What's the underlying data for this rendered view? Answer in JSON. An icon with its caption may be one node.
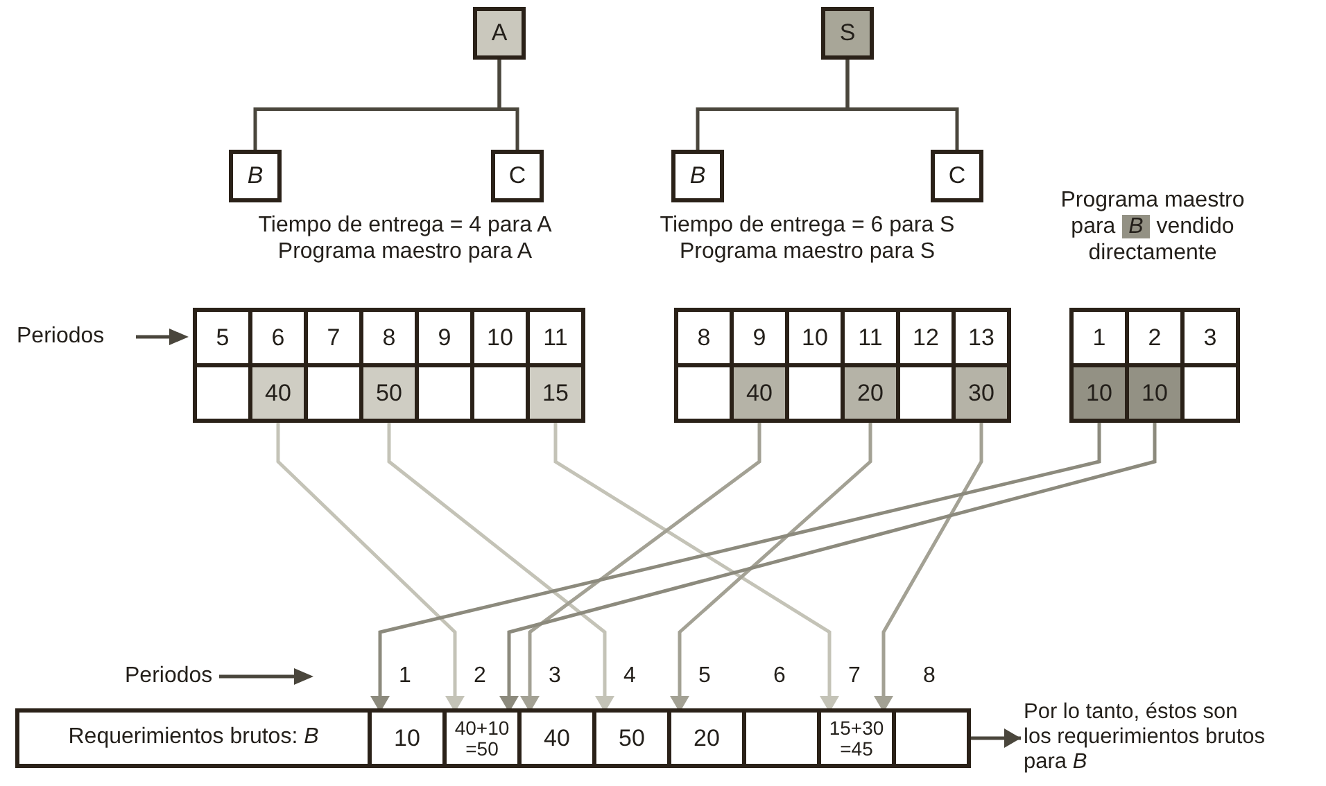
{
  "diagram": {
    "nodes": [
      {
        "text": [
          "A"
        ]
      },
      {
        "text": [
          "S"
        ]
      },
      {
        "text": [
          "B"
        ]
      },
      {
        "text": [
          "C"
        ]
      },
      {
        "text": [
          "B"
        ]
      },
      {
        "text": [
          "C"
        ]
      },
      {
        "text": [
          "5"
        ]
      },
      {
        "text": [
          "6"
        ]
      },
      {
        "text": [
          "7"
        ]
      },
      {
        "text": [
          "8"
        ]
      },
      {
        "text": [
          "9"
        ]
      },
      {
        "text": [
          "10"
        ]
      },
      {
        "text": [
          "11"
        ]
      },
      {
        "text": [
          "8"
        ]
      },
      {
        "text": [
          "9"
        ]
      },
      {
        "text": [
          "10"
        ]
      },
      {
        "text": [
          "11"
        ]
      },
      {
        "text": [
          "12"
        ]
      },
      {
        "text": [
          "13"
        ]
      },
      {
        "text": [
          "1"
        ]
      },
      {
        "text": [
          "2"
        ]
      },
      {
        "text": [
          "3"
        ]
      },
      {
        "text": [],
        "shape": "box"
      },
      {
        "text": [
          "40"
        ]
      },
      {
        "text": [],
        "shape": "box"
      },
      {
        "text": [
          "50"
        ]
      },
      {
        "text": [],
        "shape": "box"
      },
      {
        "text": [],
        "shape": "box"
      },
      {
        "text": [
          "15"
        ]
      },
      {
        "text": [],
        "shape": "box"
      },
      {
        "text": [
          "40"
        ]
      },
      {
        "text": [],
        "shape": "box"
      },
      {
        "text": [
          "20"
        ]
      },
      {
        "text": [],
        "shape": "box"
      },
      {
        "text": [
          "30"
        ]
      },
      {
        "text": [
          "10"
        ]
      },
      {
        "text": [
          "10"
        ]
      },
      {
        "text": [],
        "shape": "box"
      },
      {
        "text": [],
        "shape": "box"
      },
      {
        "text": [
          "Requerimientos brutos: *B*"
        ],
        "in": 38
      },
      {
        "text": [
          "10"
        ],
        "in": 38
      },
      {
        "text": [
          "40+10 =50"
        ],
        "in": 38
      },
      {
        "text": [
          "40"
        ],
        "in": 38
      },
      {
        "text": [
          "50"
        ],
        "in": 38
      },
      {
        "text": [
          "20"
        ],
        "in": 38
      },
      {
        "text": [],
        "shape": "box",
        "in": 38
      },
      {
        "text": [
          "15+30 =45"
        ],
        "in": 38
      },
      {
        "text": [],
        "shape": "box",
        "in": 38
      },
      {
        "text": [
          "Por lo tanto, éstos son los requerimientos brutos para *B*"
        ]
      }
    ],
    "edges": [
      {
        "from": 0,
        "to": 2,
        "arrow": "none"
      },
      {
        "from": 0,
        "to": 3,
        "arrow": "none"
      },
      {
        "from": 1,
        "to": 4,
        "arrow": "none"
      },
      {
        "from": 1,
        "to": 5,
        "arrow": "none"
      },
      {
        "from": 23,
        "to": 41,
        "arrow": "to",
        "color": "#c4c3b7"
      },
      {
        "from": 25,
        "to": 43,
        "arrow": "to",
        "color": "#c4c3b7"
      },
      {
        "from": 28,
        "to": 46,
        "arrow": "to",
        "color": "#c4c3b7"
      },
      {
        "from": 30,
        "to": 42,
        "arrow": "to",
        "color": "#a3a194"
      },
      {
        "from": 32,
        "to": 44,
        "arrow": "to",
        "color": "#a3a194"
      },
      {
        "from": 34,
        "to": 46,
        "arrow": "to",
        "color": "#a3a194"
      },
      {
        "from": 35,
        "to": 40,
        "arrow": "to",
        "color": "#8c8a7d"
      },
      {
        "from": 36,
        "to": 41,
        "arrow": "to",
        "color": "#8c8a7d"
      },
      {
        "from": 38,
        "to": 48,
        "arrow": "to"
      }
    ],
    "labels": [
      "Tiempo de entrega = 4 para A",
      "Programa maestro para A",
      "Tiempo de entrega = 6 para S",
      "Programa maestro para S",
      "Programa maestro para *B* vendido directamente",
      "Periodos",
      "Periodos",
      "1",
      "2",
      "3",
      "4",
      "5",
      "6",
      "7",
      "8"
    ]
  }
}
